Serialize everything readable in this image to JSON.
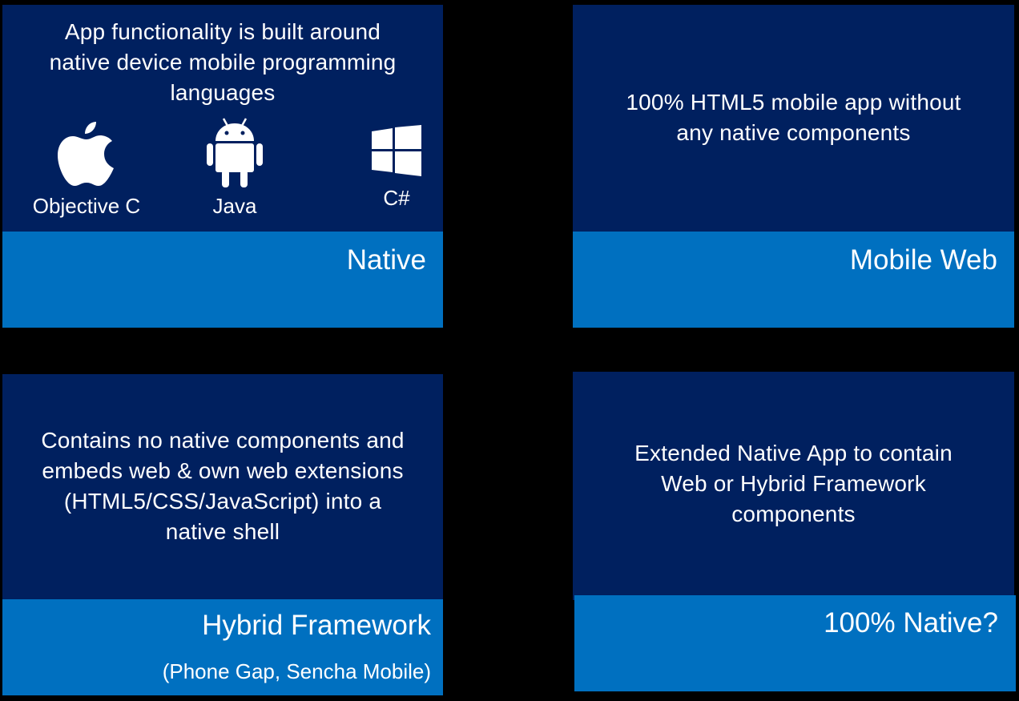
{
  "colors": {
    "background": "#000000",
    "box_dark": "#00205f",
    "box_light": "#0070c0",
    "text": "#ffffff"
  },
  "boxes": [
    {
      "id": "native",
      "description_lines": [
        "App functionality is built around",
        "native device mobile programming",
        "languages"
      ],
      "label": "Native",
      "platforms": [
        {
          "icon": "apple-icon",
          "name": "Objective C"
        },
        {
          "icon": "android-icon",
          "name": "Java"
        },
        {
          "icon": "windows-icon",
          "name": "C#"
        }
      ]
    },
    {
      "id": "mobile-web",
      "description_lines": [
        "100% HTML5 mobile app without",
        "any native components"
      ],
      "label": "Mobile Web"
    },
    {
      "id": "hybrid-framework",
      "description_lines": [
        "Contains no native components and",
        "embeds web & own web extensions",
        "(HTML5/CSS/JavaScript) into a",
        "native shell"
      ],
      "label": "Hybrid Framework",
      "sublabel": "(Phone Gap, Sencha Mobile)"
    },
    {
      "id": "100-native",
      "description_lines": [
        "Extended Native App to contain",
        "Web or Hybrid Framework",
        "components"
      ],
      "label": "100% Native?"
    }
  ]
}
